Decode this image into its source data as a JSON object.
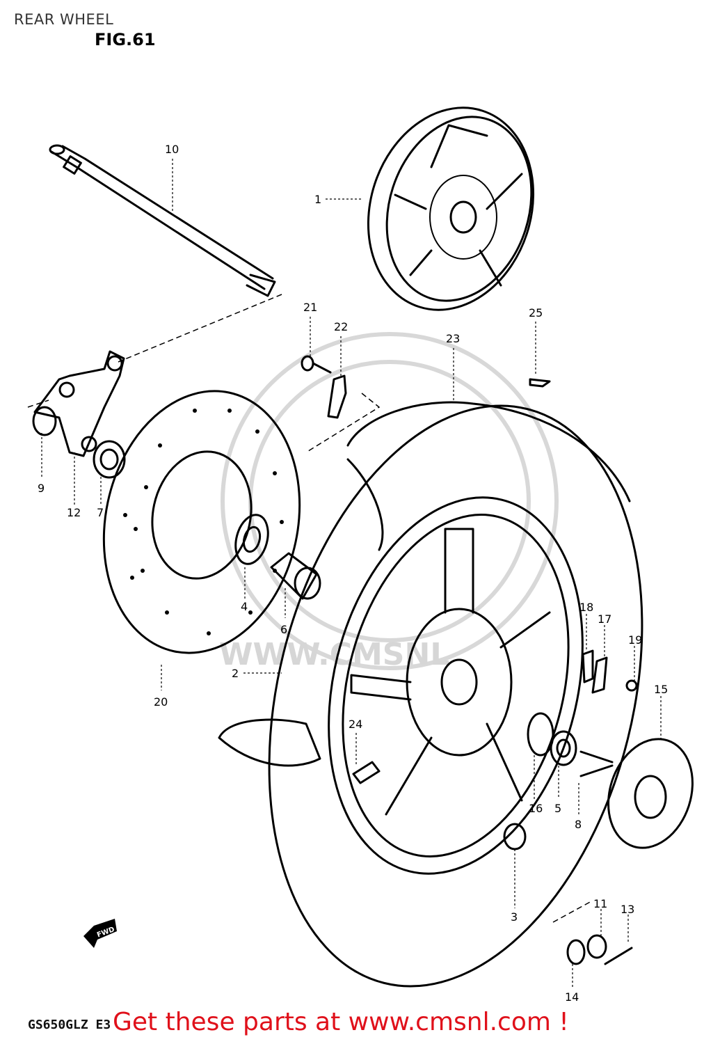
{
  "header": {
    "title": "REAR WHEEL",
    "figure": "FIG.61"
  },
  "footer": {
    "model_code": "GS650GLZ E3",
    "promo_text": "Get these parts at www.cmsnl.com !"
  },
  "watermark": {
    "text": "WWW.CMSNL"
  },
  "fwd_label": "FWD",
  "callouts": [
    "1",
    "2",
    "3",
    "4",
    "5",
    "6",
    "7",
    "8",
    "9",
    "10",
    "11",
    "12",
    "13",
    "14",
    "15",
    "16",
    "17",
    "18",
    "19",
    "20",
    "21",
    "22",
    "23",
    "24",
    "25"
  ],
  "colors": {
    "line": "#000000",
    "promo": "#e0101a",
    "watermark": "#d8d8d8"
  }
}
